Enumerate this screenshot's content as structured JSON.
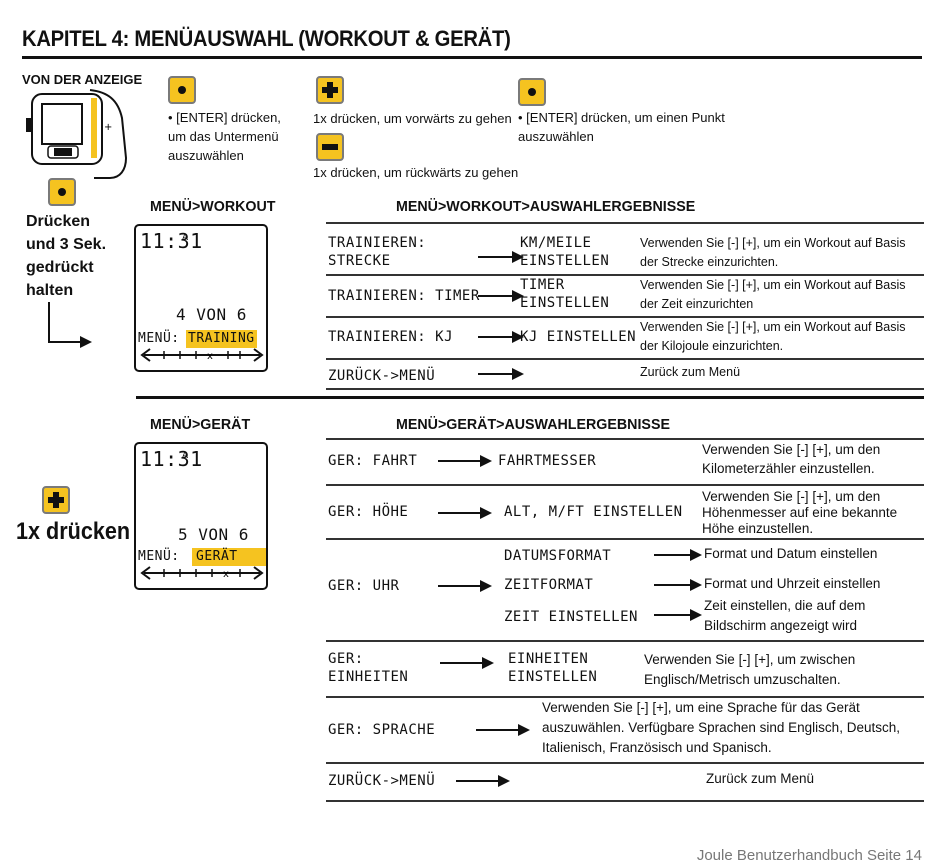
{
  "header": {
    "title": "KAPITEL 4: MENÜAUSWAHL (WORKOUT & GERÄT)"
  },
  "intro": {
    "from_display": "VON DER ANZEIGE",
    "enter_submenu_1": "• [ENTER] drücken,",
    "enter_submenu_2": "um das Untermenü",
    "enter_submenu_3": "auszuwählen",
    "plus_forward": "1x drücken, um vorwärts zu gehen",
    "minus_back": "1x drücken, um rückwärts zu gehen",
    "enter_point_1": "• [ENTER] drücken, um einen Punkt",
    "enter_point_2": "auszuwählen",
    "hold_1": "Drücken",
    "hold_2": "und 3 Sek.",
    "hold_3": "gedrückt",
    "hold_4": "halten",
    "press_once": "1x drücken"
  },
  "workout": {
    "menu_title": "MENÜ>WORKOUT",
    "results_title": "MENÜ>WORKOUT>AUSWAHLERGEBNISSE",
    "lcd": {
      "time": "11:31",
      "am": "A",
      "count": "4 VON 6",
      "menu": "MENÜ:",
      "item": "TRAINING"
    },
    "rows": [
      {
        "left1": "TRAINIEREN:",
        "left2": "STRECKE",
        "mid1": "KM/MEILE",
        "mid2": "EINSTELLEN",
        "desc1": "Verwenden Sie [-]  [+], um ein Workout auf Basis",
        "desc2": "der Strecke einzurichten."
      },
      {
        "left1": "TRAINIEREN: TIMER",
        "mid1": "TIMER",
        "mid2": "EINSTELLEN",
        "desc1": "Verwenden Sie [-]  [+], um ein Workout auf Basis",
        "desc2": "der Zeit einzurichten"
      },
      {
        "left1": "TRAINIEREN: KJ",
        "mid1": "KJ EINSTELLEN",
        "desc1": "Verwenden Sie [-]  [+], um ein Workout auf Basis",
        "desc2": "der Kilojoule einzurichten."
      },
      {
        "left1": "ZURÜCK->MENÜ",
        "desc1": "Zurück zum Menü"
      }
    ]
  },
  "device": {
    "menu_title": "MENÜ>GERÄT",
    "results_title": "MENÜ>GERÄT>AUSWAHLERGEBNISSE",
    "lcd": {
      "time": "11:31",
      "am": "A",
      "count": "5 VON 6",
      "menu": "MENÜ:",
      "item": "GERÄT"
    },
    "fahrt": {
      "left": "GER: FAHRT",
      "mid": "FAHRTMESSER",
      "desc1": "Verwenden Sie [-] [+], um den",
      "desc2": "Kilometerzähler einzustellen."
    },
    "hoehe": {
      "left": "GER: HÖHE",
      "mid": "ALT, M/FT EINSTELLEN",
      "desc1": "Verwenden Sie [-] [+], um den",
      "desc2": "Höhenmesser auf eine bekannte",
      "desc3": "Höhe einzustellen."
    },
    "uhr": {
      "left": "GER: UHR",
      "opt1": "DATUMSFORMAT",
      "desc_opt1": "Format und Datum einstellen",
      "opt2": "ZEITFORMAT",
      "desc_opt2": "Format und Uhrzeit einstellen",
      "opt3": "ZEIT EINSTELLEN",
      "desc_opt3a": "Zeit einstellen, die auf dem",
      "desc_opt3b": "Bildschirm angezeigt wird"
    },
    "einheiten": {
      "left1": "GER:",
      "left2": "EINHEITEN",
      "mid1": "EINHEITEN",
      "mid2": "EINSTELLEN",
      "desc1": "Verwenden Sie [-] [+], um zwischen",
      "desc2": "Englisch/Metrisch umzuschalten."
    },
    "sprache": {
      "left": "GER: SPRACHE",
      "desc1": "Verwenden Sie [-] [+], um eine Sprache für das Gerät",
      "desc2": "auszuwählen. Verfügbare Sprachen sind Englisch, Deutsch,",
      "desc3": "Italienisch, Französisch und Spanisch."
    },
    "zurueck": {
      "left": "ZURÜCK->MENÜ",
      "desc": "Zurück zum Menü"
    }
  },
  "footer": {
    "text": "Joule Benutzerhandbuch Seite 14"
  }
}
